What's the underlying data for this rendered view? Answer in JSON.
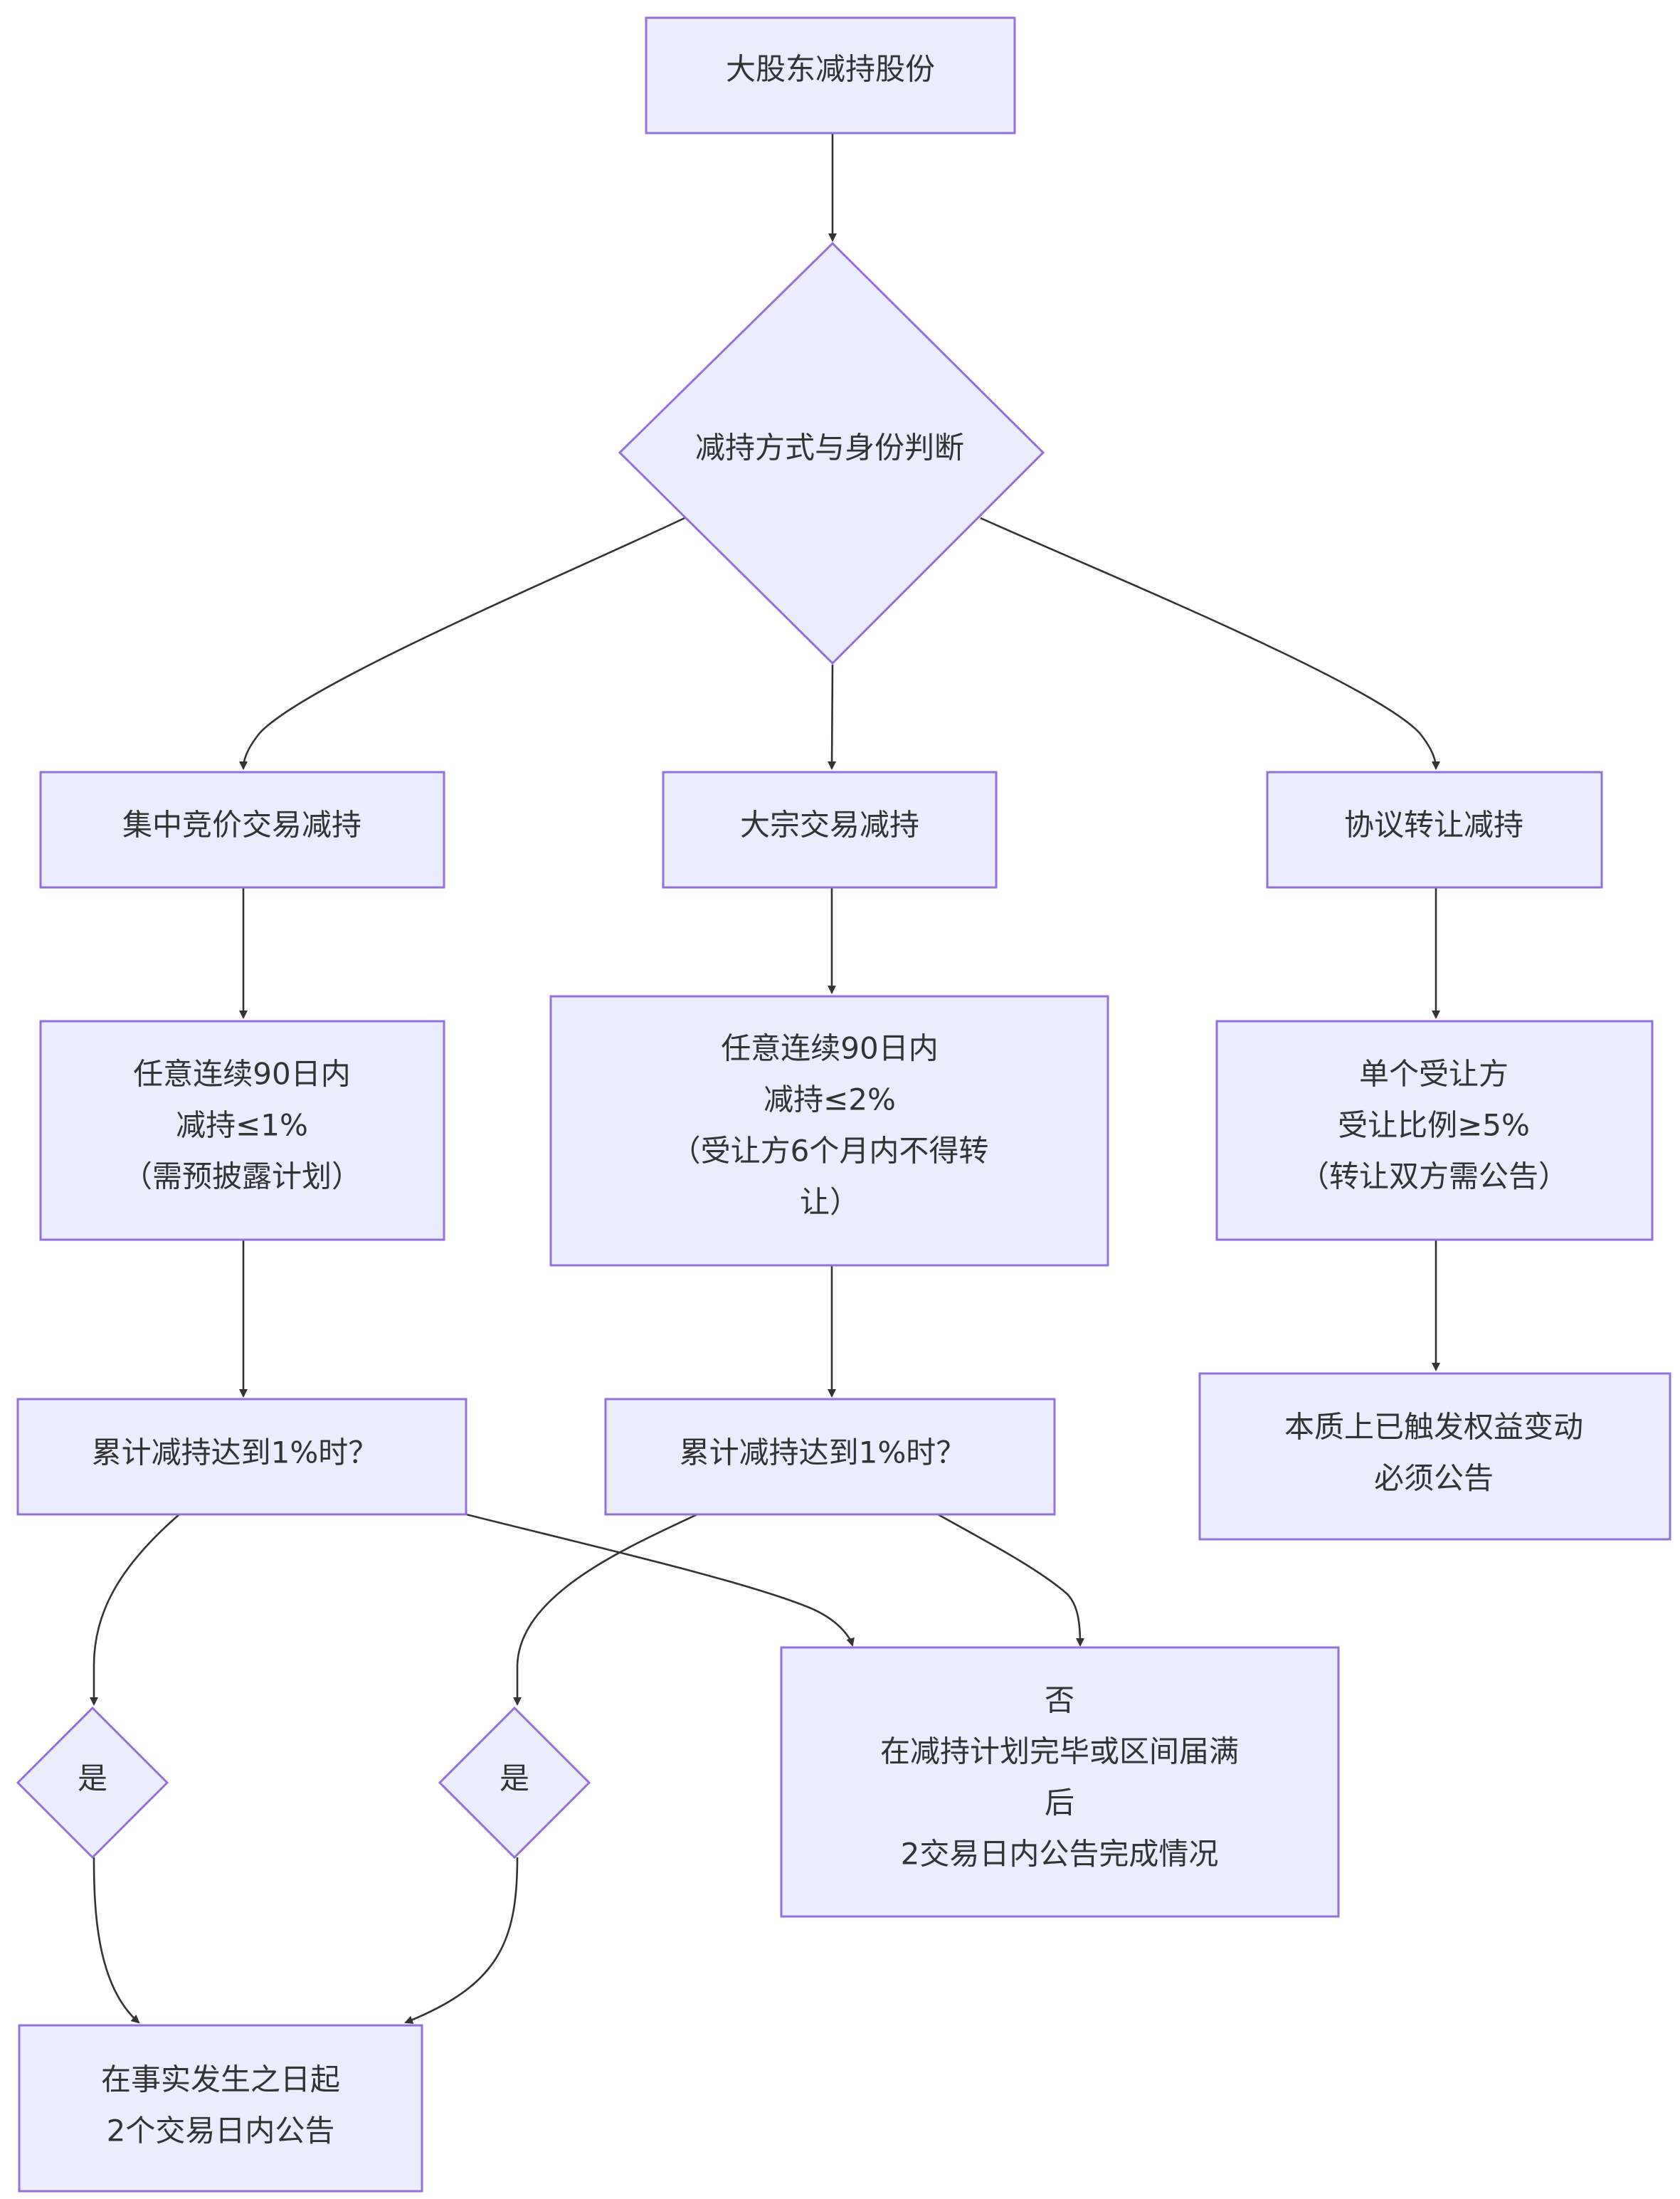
{
  "diagram": {
    "type": "flowchart",
    "colors": {
      "node_fill": "#ECECFF",
      "node_stroke": "#9370DB",
      "edge": "#333333",
      "text": "#333333",
      "background": "#FFFFFF"
    },
    "nodes": {
      "start": {
        "shape": "rect",
        "lines": [
          "大股东减持股份"
        ]
      },
      "decision": {
        "shape": "diamond",
        "lines": [
          "减持方式与身份判断"
        ]
      },
      "jizhong": {
        "shape": "rect",
        "lines": [
          "集中竞价交易减持"
        ]
      },
      "dazong": {
        "shape": "rect",
        "lines": [
          "大宗交易减持"
        ]
      },
      "xieyi": {
        "shape": "rect",
        "lines": [
          "协议转让减持"
        ]
      },
      "jizhong_rule": {
        "shape": "rect",
        "lines": [
          "任意连续90日内",
          "减持≤1%",
          "（需预披露计划）"
        ]
      },
      "dazong_rule": {
        "shape": "rect",
        "lines": [
          "任意连续90日内",
          "减持≤2%",
          "（受让方6个月内不得转",
          "让）"
        ]
      },
      "xieyi_rule": {
        "shape": "rect",
        "lines": [
          "单个受让方",
          "受让比例≥5%",
          "（转让双方需公告）"
        ]
      },
      "xieyi_result": {
        "shape": "rect",
        "lines": [
          "本质上已触发权益变动",
          "必须公告"
        ]
      },
      "jizhong_q": {
        "shape": "rect",
        "lines": [
          "累计减持达到1%时？"
        ]
      },
      "dazong_q": {
        "shape": "rect",
        "lines": [
          "累计减持达到1%时？"
        ]
      },
      "yes1": {
        "shape": "diamond",
        "lines": [
          "是"
        ]
      },
      "yes2": {
        "shape": "diamond",
        "lines": [
          "是"
        ]
      },
      "no_result": {
        "shape": "rect",
        "lines": [
          "否",
          "在减持计划完毕或区间届满",
          "后",
          "2交易日内公告完成情况"
        ]
      },
      "yes_result": {
        "shape": "rect",
        "lines": [
          "在事实发生之日起",
          "2个交易日内公告"
        ]
      }
    },
    "edges": [
      {
        "from": "start",
        "to": "decision"
      },
      {
        "from": "decision",
        "to": "jizhong"
      },
      {
        "from": "decision",
        "to": "dazong"
      },
      {
        "from": "decision",
        "to": "xieyi"
      },
      {
        "from": "jizhong",
        "to": "jizhong_rule"
      },
      {
        "from": "dazong",
        "to": "dazong_rule"
      },
      {
        "from": "xieyi",
        "to": "xieyi_rule"
      },
      {
        "from": "xieyi_rule",
        "to": "xieyi_result"
      },
      {
        "from": "jizhong_rule",
        "to": "jizhong_q"
      },
      {
        "from": "dazong_rule",
        "to": "dazong_q"
      },
      {
        "from": "jizhong_q",
        "to": "yes1"
      },
      {
        "from": "jizhong_q",
        "to": "no_result"
      },
      {
        "from": "dazong_q",
        "to": "yes2"
      },
      {
        "from": "dazong_q",
        "to": "no_result"
      },
      {
        "from": "yes1",
        "to": "yes_result"
      },
      {
        "from": "yes2",
        "to": "yes_result"
      }
    ]
  }
}
